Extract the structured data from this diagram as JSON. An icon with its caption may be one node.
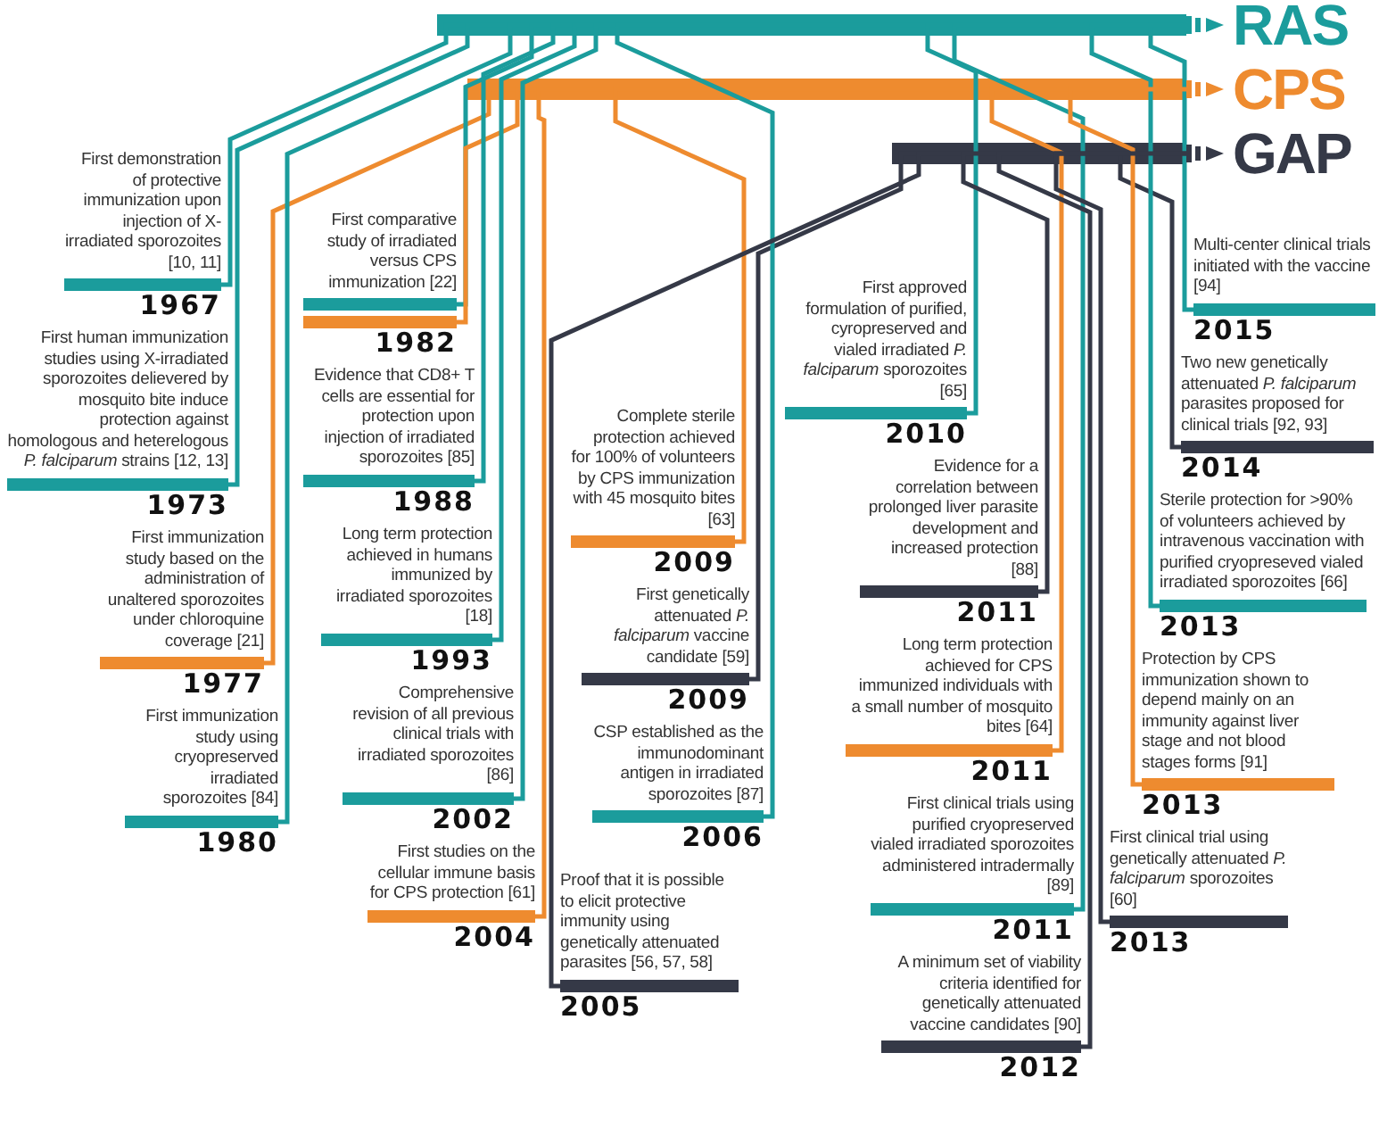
{
  "diagram": {
    "nodes": [
      {
        "text": [
          "RAS"
        ]
      },
      {
        "text": [
          "CPS"
        ]
      },
      {
        "text": [
          "GAP"
        ]
      },
      {
        "text": [
          "First demonstration of protective immunization upon injection of X-irradiated sporozoites [10, 11]",
          "1967"
        ]
      },
      {
        "text": [
          "First human immunization studies using X-irradiated sporozoites delievered by mosquito bite induce protection against homologous and heterelogous *P. falciparum* strains [12, 13]",
          "1973"
        ]
      },
      {
        "text": [
          "First immunization study based on the administration of unaltered sporozoites under chloroquine coverage [21]",
          "1977"
        ]
      },
      {
        "text": [
          "First immunization study using cryopreserved irradiated sporozoites [84]",
          "1980"
        ]
      },
      {
        "text": [
          "First comparative study of irradiated versus CPS immunization [22]",
          "1982"
        ]
      },
      {
        "text": [
          "Evidence that CD8+ T cells are essential for protection upon injection of irradiated sporozoites [85]",
          "1988"
        ]
      },
      {
        "text": [
          "Long term protection achieved in humans immunized by irradiated sporozoites [18]",
          "1993"
        ]
      },
      {
        "text": [
          "Comprehensive revision of all previous clinical trials with irradiated sporozoites [86]",
          "2002"
        ]
      },
      {
        "text": [
          "First studies on the cellular immune basis for CPS protection [61]",
          "2004"
        ]
      },
      {
        "text": [
          "Complete sterile protection achieved for 100% of volunteers by CPS immunization with 45 mosquito bites [63]",
          "2009"
        ]
      },
      {
        "text": [
          "First genetically attenuated *P. falciparum* vaccine candidate [59]",
          "2009"
        ]
      },
      {
        "text": [
          "CSP established as the immunodominant antigen in irradiated sporozoites [87]",
          "2006"
        ]
      },
      {
        "text": [
          "Proof that it is possible to elicit protective immunity using genetically attenuated parasites [56, 57, 58]",
          "2005"
        ]
      },
      {
        "text": [
          "First approved formulation of purified, cyropreserved and vialed irradiated *P. falciparum* sporozoites [65]",
          "2010"
        ]
      },
      {
        "text": [
          "Evidence for a correlation between prolonged liver parasite development and increased protection [88]",
          "2011"
        ]
      },
      {
        "text": [
          "Long term protection achieved for CPS immunized individuals with a small number of mosquito bites [64]",
          "2011"
        ]
      },
      {
        "text": [
          "First clinical trials using purified cryopreserved vialed irradiated sporozoites administered intradermally [89]",
          "2011"
        ]
      },
      {
        "text": [
          "A minimum set of viability criteria identified for genetically attenuated vaccine candidates [90]",
          "2012"
        ]
      },
      {
        "text": [
          "Multi-center clinical trials initiated with the vaccine [94]",
          "2015"
        ]
      },
      {
        "text": [
          "Two new genetically attenuated *P. falciparum* parasites proposed for clinical trials [92, 93]",
          "2014"
        ]
      },
      {
        "text": [
          "Sterile protection for >90% of volunteers achieved by intravenous vaccination with purified cryopreseved vialed irradiated sporozoites [66]",
          "2013"
        ]
      },
      {
        "text": [
          "Protection by CPS immunization shown to depend mainly on an immunity against liver stage and not blood stages forms [91]",
          "2013"
        ]
      },
      {
        "text": [
          "First clinical trial using genetically attenuated *P. falciparum* sporozoites [60]",
          "2013"
        ]
      }
    ],
    "edges": [
      {
        "from": 0,
        "to": 3,
        "arrow": "none"
      },
      {
        "from": 0,
        "to": 4,
        "arrow": "none"
      },
      {
        "from": 1,
        "to": 5,
        "arrow": "none",
        "color": "#ee8b2f"
      },
      {
        "from": 0,
        "to": 6,
        "arrow": "none"
      },
      {
        "from": 0,
        "to": 7,
        "arrow": "none"
      },
      {
        "from": 1,
        "to": 7,
        "arrow": "none",
        "color": "#ee8b2f"
      },
      {
        "from": 0,
        "to": 8,
        "arrow": "none"
      },
      {
        "from": 0,
        "to": 9,
        "arrow": "none"
      },
      {
        "from": 0,
        "to": 10,
        "arrow": "none"
      },
      {
        "from": 1,
        "to": 11,
        "arrow": "none",
        "color": "#ee8b2f"
      },
      {
        "from": 1,
        "to": 12,
        "arrow": "none",
        "color": "#ee8b2f"
      },
      {
        "from": 2,
        "to": 13,
        "arrow": "none",
        "color": "#353947"
      },
      {
        "from": 0,
        "to": 14,
        "arrow": "none"
      },
      {
        "from": 2,
        "to": 15,
        "arrow": "none",
        "color": "#353947"
      },
      {
        "from": 0,
        "to": 16,
        "arrow": "none"
      },
      {
        "from": 2,
        "to": 17,
        "arrow": "none",
        "color": "#353947"
      },
      {
        "from": 1,
        "to": 18,
        "arrow": "none",
        "color": "#ee8b2f"
      },
      {
        "from": 0,
        "to": 19,
        "arrow": "none"
      },
      {
        "from": 2,
        "to": 20,
        "arrow": "none",
        "color": "#353947"
      },
      {
        "from": 0,
        "to": 21,
        "arrow": "none"
      },
      {
        "from": 2,
        "to": 22,
        "arrow": "none",
        "color": "#353947"
      },
      {
        "from": 0,
        "to": 23,
        "arrow": "none"
      },
      {
        "from": 1,
        "to": 24,
        "arrow": "none",
        "color": "#ee8b2f"
      },
      {
        "from": 2,
        "to": 25,
        "arrow": "none",
        "color": "#353947"
      }
    ]
  }
}
